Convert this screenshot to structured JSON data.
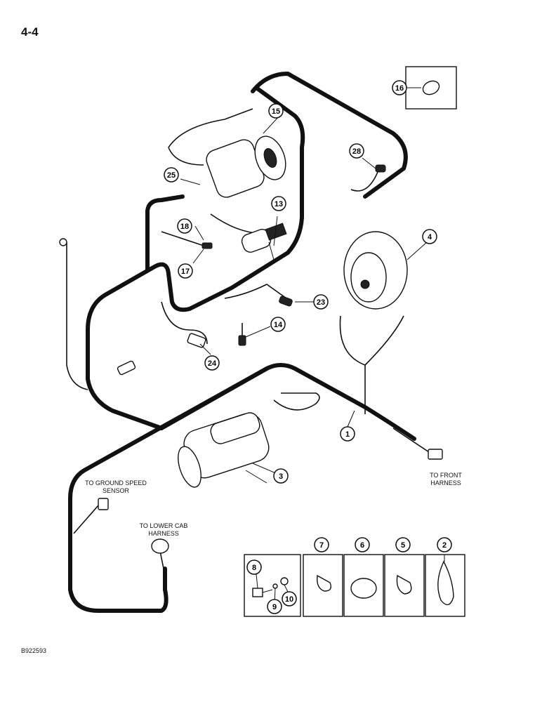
{
  "page": {
    "number": "4-4",
    "figure_id": "B922593"
  },
  "labels": {
    "ground_speed_sensor": "TO GROUND SPEED SENSOR",
    "lower_cab_harness": "TO LOWER CAB HARNESS",
    "front_harness": "TO FRONT HARNESS"
  },
  "callouts": [
    "1",
    "2",
    "3",
    "4",
    "5",
    "6",
    "7",
    "8",
    "9",
    "10",
    "13",
    "14",
    "15",
    "16",
    "17",
    "18",
    "23",
    "24",
    "25",
    "28"
  ],
  "callout_map": {
    "c1": "1",
    "c2": "2",
    "c3": "3",
    "c4": "4",
    "c5": "5",
    "c6": "6",
    "c7": "7",
    "c8": "8",
    "c9": "9",
    "c10": "10",
    "c13": "13",
    "c14": "14",
    "c15": "15",
    "c16": "16",
    "c17": "17",
    "c18": "18",
    "c23": "23",
    "c24": "24",
    "c25": "25",
    "c28": "28"
  }
}
